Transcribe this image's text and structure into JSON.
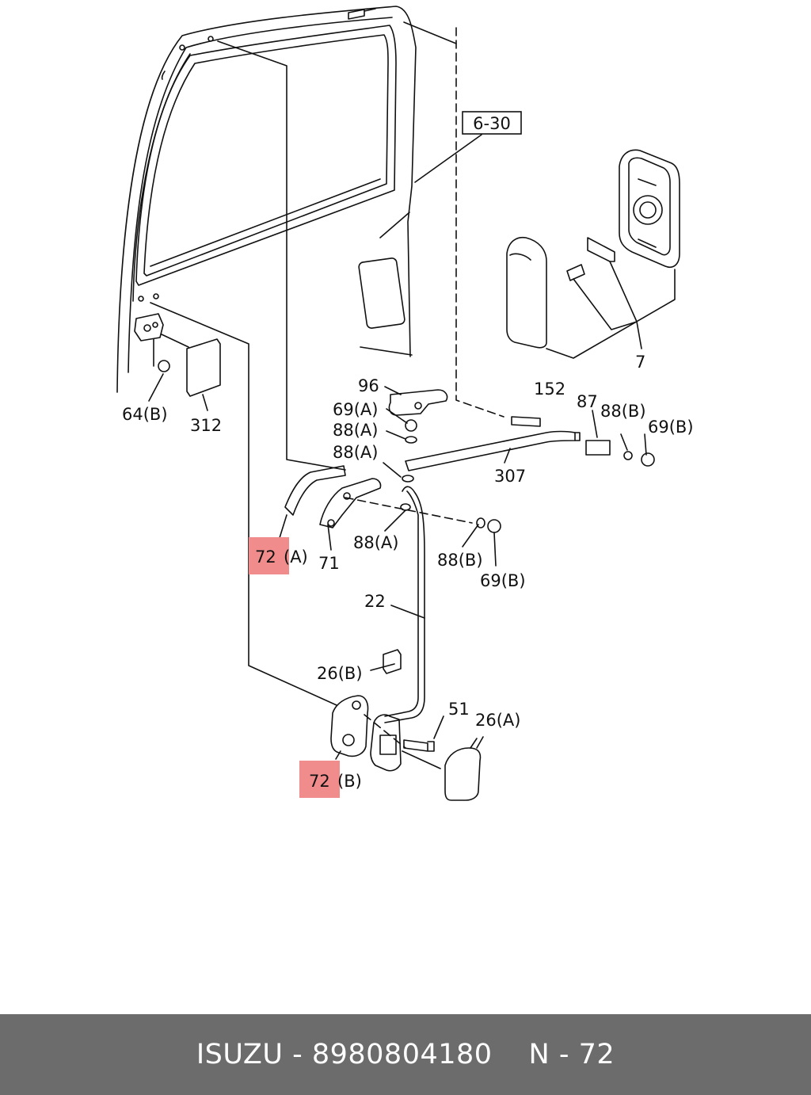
{
  "diagram": {
    "ref_box": "6-30",
    "callouts": {
      "c96": "96",
      "c152": "152",
      "c87": "87",
      "c88b_top": "88(B)",
      "c69b_top": "69(B)",
      "c69a": "69(A)",
      "c88a_1": "88(A)",
      "c88a_2": "88(A)",
      "c307": "307",
      "c7": "7",
      "c64b": "64(B)",
      "c312": "312",
      "c72a_num": "72",
      "c72a_suffix": "(A)",
      "c71": "71",
      "c88a_3": "88(A)",
      "c88b_mid": "88(B)",
      "c69b_mid": "69(B)",
      "c22": "22",
      "c26b": "26(B)",
      "c51": "51",
      "c26a": "26(A)",
      "c72b_num": "72",
      "c72b_suffix": "(B)"
    },
    "highlight_color": "#f08c8c"
  },
  "footer": {
    "brand_part": "ISUZU - 8980804180",
    "ref": "N - 72"
  }
}
